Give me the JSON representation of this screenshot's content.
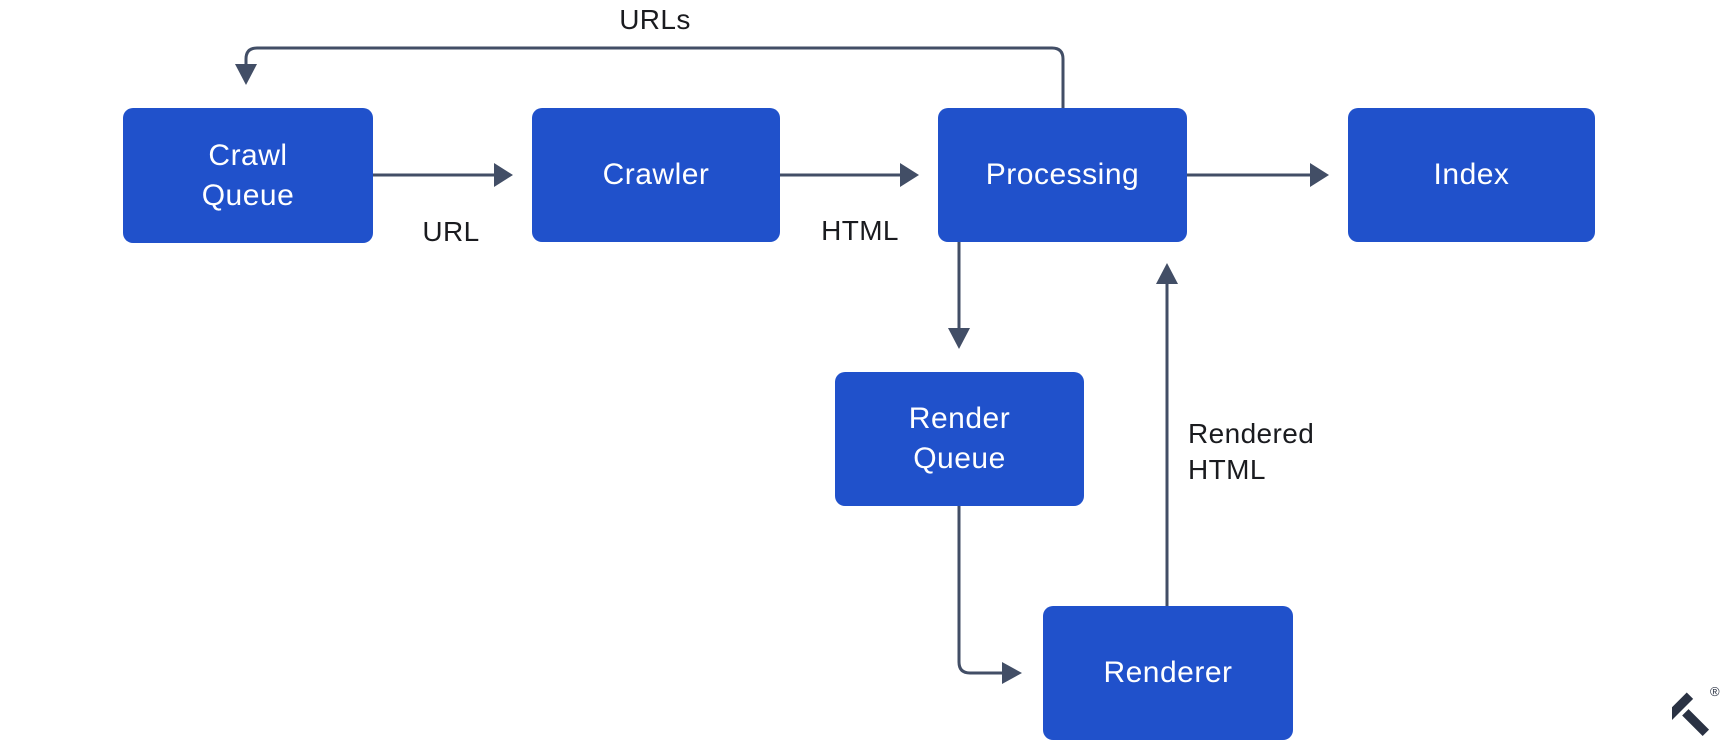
{
  "diagram": {
    "nodes": [
      {
        "id": "crawl-queue",
        "label": "Crawl\nQueue"
      },
      {
        "id": "crawler",
        "label": "Crawler"
      },
      {
        "id": "processing",
        "label": "Processing"
      },
      {
        "id": "index",
        "label": "Index"
      },
      {
        "id": "render-queue",
        "label": "Render\nQueue"
      },
      {
        "id": "renderer",
        "label": "Renderer"
      }
    ],
    "edges": [
      {
        "from": "crawl-queue",
        "to": "crawler",
        "label": "URL"
      },
      {
        "from": "crawler",
        "to": "processing",
        "label": "HTML"
      },
      {
        "from": "processing",
        "to": "index",
        "label": ""
      },
      {
        "from": "processing",
        "to": "crawl-queue",
        "label": "URLs"
      },
      {
        "from": "processing",
        "to": "render-queue",
        "label": ""
      },
      {
        "from": "render-queue",
        "to": "renderer",
        "label": ""
      },
      {
        "from": "renderer",
        "to": "processing",
        "label": "Rendered\nHTML"
      }
    ],
    "colors": {
      "node_fill": "#2051CB",
      "node_text": "#FFFFFF",
      "edge": "#424E66",
      "label_text": "#1A1B1F",
      "logo": "#2A3243"
    }
  },
  "logo": {
    "icon": "toptal-mark",
    "registered_symbol": "®"
  }
}
